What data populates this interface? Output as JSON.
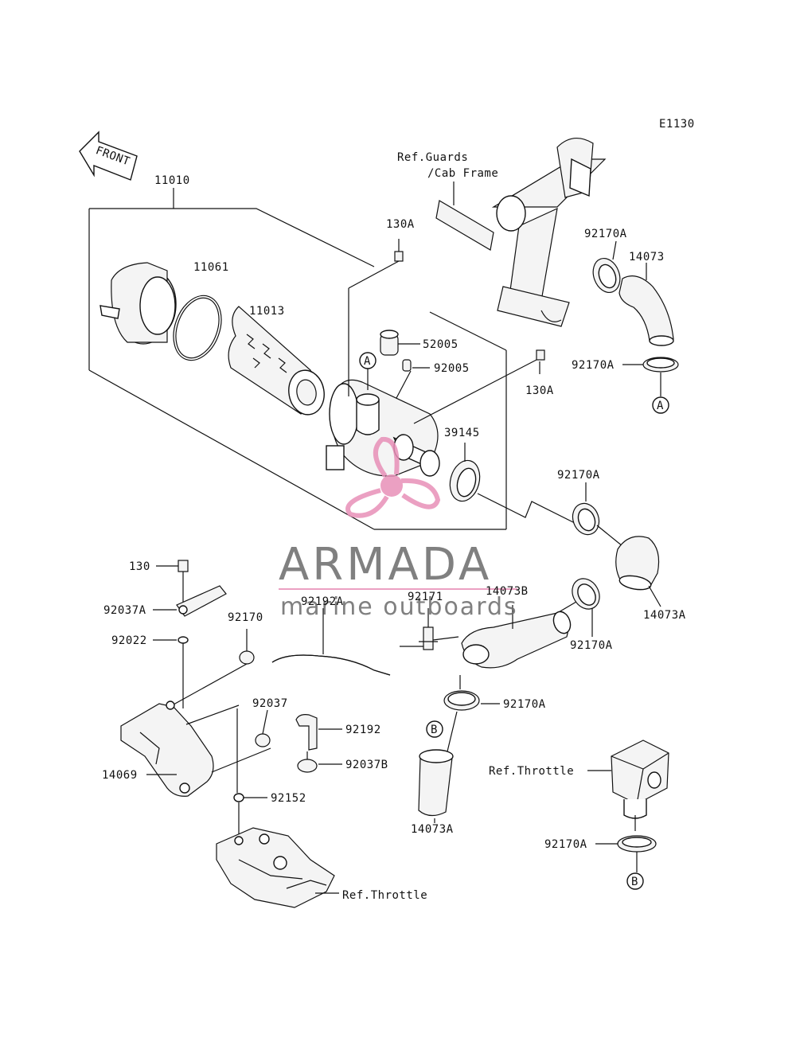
{
  "figure_code": "E1130",
  "front_label": "FRONT",
  "watermark": {
    "brand": "ARMADA",
    "tagline": "marine outboards",
    "accent_color": "#e890b8",
    "text_color": "#6a6a6a"
  },
  "refs": {
    "guards_line1": "Ref.Guards",
    "guards_line2": "/Cab Frame",
    "throttle_right": "Ref.Throttle",
    "throttle_bottom": "Ref.Throttle"
  },
  "circle_markers": {
    "a1": "A",
    "a2": "A",
    "b1": "B",
    "b2": "B"
  },
  "parts": {
    "p11010": "11010",
    "p11061": "11061",
    "p11013": "11013",
    "p130A_top": "130A",
    "p52005": "52005",
    "p92005": "92005",
    "p130A_right": "130A",
    "p39145": "39145",
    "p92170A_1": "92170A",
    "p14073": "14073",
    "p92170A_2": "92170A",
    "p92170A_3": "92170A",
    "p14073A_1": "14073A",
    "p92170A_4": "92170A",
    "p14073B": "14073B",
    "p92170A_5": "92170A",
    "p14073A_2": "14073A",
    "p92170A_6": "92170A",
    "p130": "130",
    "p92037A": "92037A",
    "p92022": "92022",
    "p92170": "92170",
    "p92192A": "92192A",
    "p92171": "92171",
    "p92037": "92037",
    "p92192": "92192",
    "p92037B": "92037B",
    "p14069": "14069",
    "p92152": "92152"
  }
}
